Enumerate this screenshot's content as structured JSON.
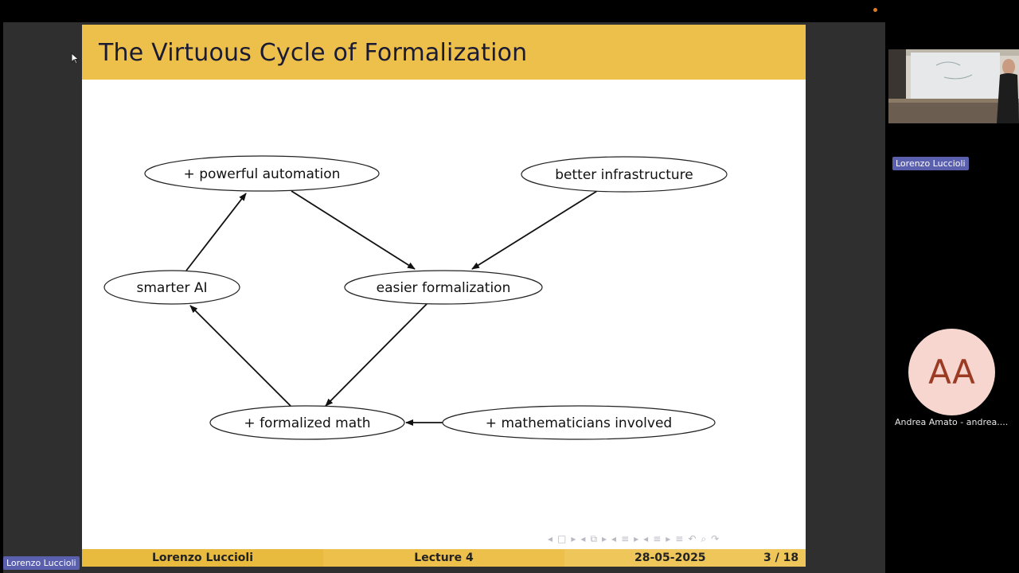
{
  "slide": {
    "title": "The Virtuous Cycle of Formalization",
    "nodes": [
      {
        "id": "automation",
        "label": "+ powerful automation"
      },
      {
        "id": "infrastructure",
        "label": "better infrastructure"
      },
      {
        "id": "ai",
        "label": "smarter AI"
      },
      {
        "id": "formalization",
        "label": "easier formalization"
      },
      {
        "id": "math",
        "label": "+ formalized math"
      },
      {
        "id": "mathematicians",
        "label": "+ mathematicians involved"
      }
    ],
    "edges": [
      {
        "from": "ai",
        "to": "automation"
      },
      {
        "from": "automation",
        "to": "formalization"
      },
      {
        "from": "infrastructure",
        "to": "formalization"
      },
      {
        "from": "formalization",
        "to": "math"
      },
      {
        "from": "math",
        "to": "ai"
      },
      {
        "from": "mathematicians",
        "to": "math"
      }
    ],
    "footer": {
      "author": "Lorenzo Luccioli",
      "lecture": "Lecture 4",
      "date": "28-05-2025",
      "page": "3 / 18"
    }
  },
  "participants": {
    "presenter_tag": "Lorenzo Luccioli",
    "video_tag": "Lorenzo Luccioli",
    "avatar_initials": "AA",
    "avatar_name": "Andrea Amato - andrea...."
  },
  "colors": {
    "header": "#ecc04a",
    "avatar_bg": "#f6d6cf",
    "avatar_text": "#9b3b24",
    "name_tag": "#5a5fae"
  }
}
